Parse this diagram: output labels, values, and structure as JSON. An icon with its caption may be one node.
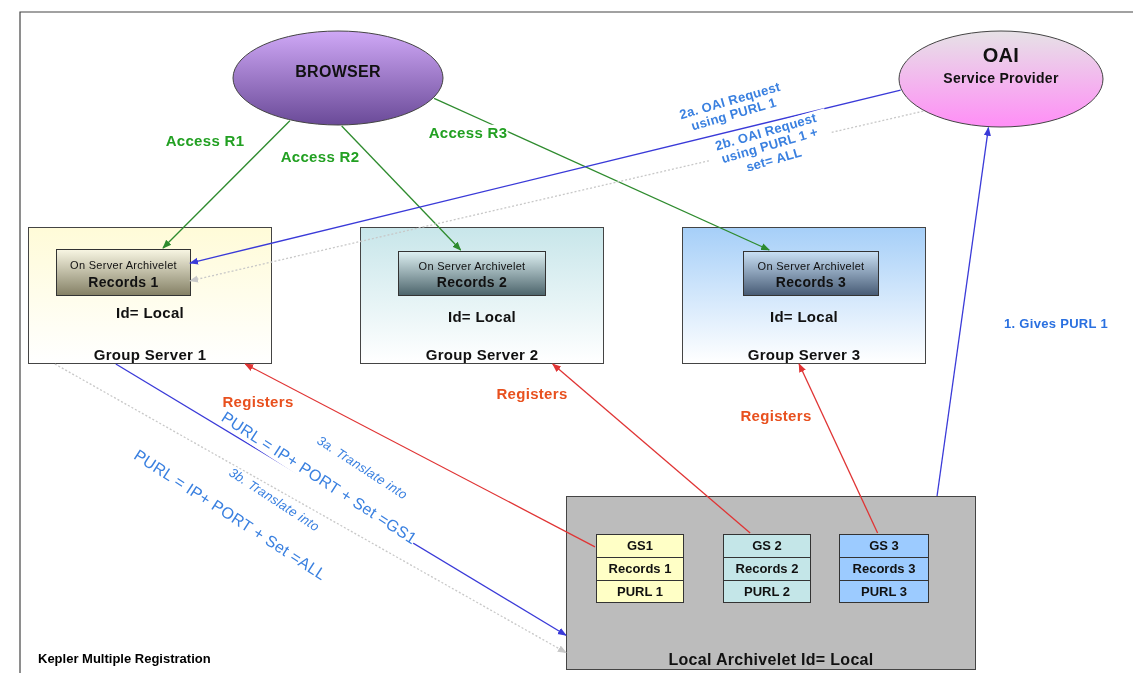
{
  "diagram": {
    "caption": "Kepler Multiple Registration",
    "nodes": [
      {
        "text": [
          "BROWSER"
        ]
      },
      {
        "text": [
          "OAI",
          "Service Provider"
        ]
      },
      {
        "text": [
          "Id= Local",
          "Group Server 1"
        ]
      },
      {
        "text": [
          "On Server Archivelet",
          "Records 1"
        ],
        "in": 2
      },
      {
        "text": [
          "Id= Local",
          "Group Server 2"
        ]
      },
      {
        "text": [
          "On Server Archivelet",
          "Records 2"
        ],
        "in": 4
      },
      {
        "text": [
          "Id= Local",
          "Group Server 3"
        ]
      },
      {
        "text": [
          "On Server Archivelet",
          "Records 3"
        ],
        "in": 6
      },
      {
        "text": [
          "Local Archivelet Id= Local"
        ]
      },
      {
        "text": [
          "GS1",
          "Records 1",
          "PURL 1"
        ],
        "in": 8
      },
      {
        "text": [
          "GS 2",
          "Records 2",
          "PURL 2"
        ],
        "in": 8
      },
      {
        "text": [
          "GS 3",
          "Records 3",
          "PURL 3"
        ],
        "in": 8
      }
    ],
    "edges": [
      {
        "from": 0,
        "to": 3,
        "arrow": "to",
        "label": "Access R1",
        "color": "#2e8b2e"
      },
      {
        "from": 0,
        "to": 5,
        "arrow": "to",
        "label": "Access R2",
        "color": "#2e8b2e"
      },
      {
        "from": 0,
        "to": 7,
        "arrow": "to",
        "label": "Access R3",
        "color": "#2e8b2e"
      },
      {
        "from": 1,
        "to": 3,
        "arrow": "to",
        "label": "2a. OAI Request using PURL 1",
        "color": "#3a3ad8"
      },
      {
        "from": 1,
        "to": 3,
        "arrow": "to",
        "label": "2b. OAI Request using PURL 1 + set= ALL",
        "style": "dashed",
        "color": "#c8c8c8"
      },
      {
        "from": 8,
        "to": 1,
        "arrow": "to",
        "label": "1. Gives PURL 1",
        "color": "#3a3ad8"
      },
      {
        "from": 9,
        "to": 2,
        "arrow": "to",
        "label": "Registers",
        "color": "#e03434"
      },
      {
        "from": 10,
        "to": 4,
        "arrow": "to",
        "label": "Registers",
        "color": "#e03434"
      },
      {
        "from": 11,
        "to": 6,
        "arrow": "to",
        "label": "Registers",
        "color": "#e03434"
      },
      {
        "from": 2,
        "to": 8,
        "arrow": "to",
        "label": "PURL = IP+ PORT + Set =GS1",
        "color": "#3a3ad8"
      },
      {
        "from": 2,
        "to": 8,
        "arrow": "to",
        "label": "3b. Translate into",
        "style": "dashed",
        "color": "#c8c8c8"
      }
    ],
    "labels": [
      "3a. Translate into",
      "PURL = IP+ PORT + Set =ALL"
    ]
  }
}
